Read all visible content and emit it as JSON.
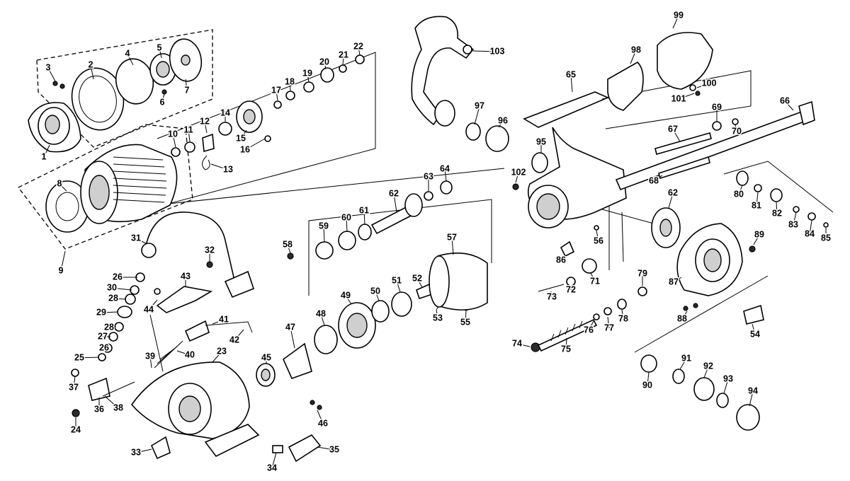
{
  "diagram": {
    "type": "exploded-parts-diagram",
    "colors": {
      "ink": "#000000",
      "paper": "#ffffff",
      "shade": "#cfcfcf"
    },
    "part_numbers": [
      "1",
      "2",
      "3",
      "4",
      "5",
      "6",
      "7",
      "8",
      "9",
      "10",
      "11",
      "12",
      "13",
      "14",
      "15",
      "16",
      "17",
      "18",
      "19",
      "20",
      "21",
      "22",
      "23",
      "24",
      "25",
      "26",
      "26",
      "27",
      "28",
      "28",
      "29",
      "30",
      "31",
      "32",
      "33",
      "34",
      "35",
      "36",
      "37",
      "38",
      "39",
      "40",
      "41",
      "42",
      "43",
      "44",
      "45",
      "46",
      "47",
      "48",
      "49",
      "50",
      "51",
      "52",
      "53",
      "54",
      "55",
      "56",
      "57",
      "58",
      "59",
      "60",
      "61",
      "62",
      "62",
      "63",
      "64",
      "65",
      "66",
      "67",
      "68",
      "69",
      "70",
      "71",
      "72",
      "73",
      "74",
      "75",
      "76",
      "77",
      "78",
      "79",
      "80",
      "81",
      "82",
      "83",
      "84",
      "85",
      "86",
      "87",
      "88",
      "89",
      "90",
      "91",
      "92",
      "93",
      "94",
      "95",
      "96",
      "97",
      "98",
      "99",
      "100",
      "101",
      "102",
      "103"
    ]
  }
}
